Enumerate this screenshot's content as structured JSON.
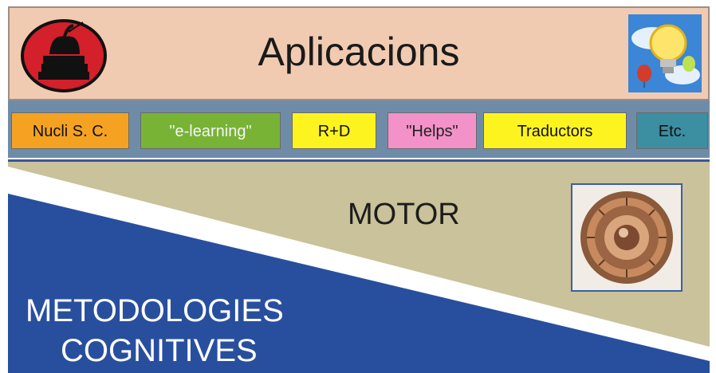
{
  "header": {
    "title": "Aplicacions",
    "left_icon": "apple-books-icon",
    "right_icon": "lightbulb-balloons-icon",
    "background": "#f1cbb1"
  },
  "tabs": [
    {
      "label": "Nucli S. C.",
      "color": "#f5a222"
    },
    {
      "label": "\"e-learning\"",
      "color": "#78b336"
    },
    {
      "label": "R+D",
      "color": "#fdf41f"
    },
    {
      "label": "\"Helps\"",
      "color": "#f391c9"
    },
    {
      "label": "Traductors",
      "color": "#fdf41f"
    },
    {
      "label": "Etc.",
      "color": "#3c8ea1"
    }
  ],
  "lower": {
    "motor_label": "MOTOR",
    "method_line_1": "METODOLOGIES",
    "method_line_2": "COGNITIVES",
    "engine_icon": "turbine-icon",
    "motor_area_color": "#c9c29a",
    "method_area_color": "#284f9e"
  }
}
